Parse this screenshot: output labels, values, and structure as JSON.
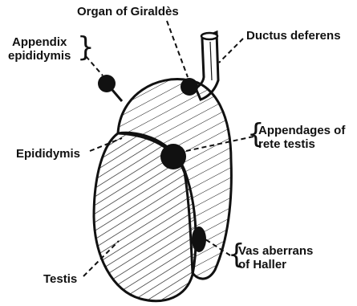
{
  "labels": {
    "organ_of_giraldes": "Organ of Giraldès",
    "ductus_deferens": "Ductus deferens",
    "appendix_epididymis_line1": "Appendix",
    "appendix_epididymis_line2": "epididymis",
    "appendages_line1": "Appendages of",
    "appendages_line2": "rete testis",
    "epididymis": "Epididymis",
    "vas_aberrans_line1": "Vas aberrans",
    "vas_aberrans_line2": "of Haller",
    "testis": "Testis"
  },
  "colors": {
    "ink": "#111111",
    "background": "#ffffff"
  }
}
